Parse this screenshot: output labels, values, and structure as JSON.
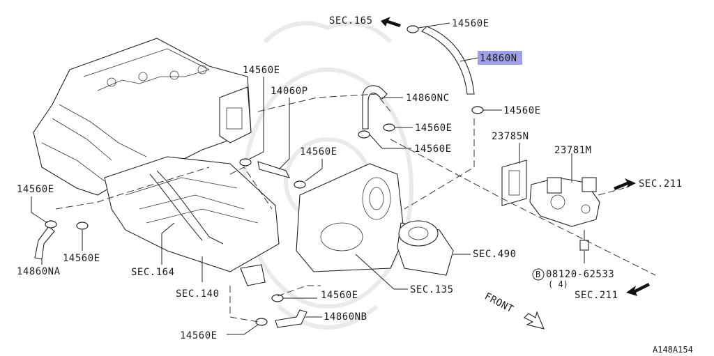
{
  "labels": {
    "sec165": "SEC.165",
    "p14560e_1": "14560E",
    "p14860n": "14860N",
    "p14560e_2": "14560E",
    "p14060p": "14060P",
    "p14860nc": "14860NC",
    "p14560e_3": "14560E",
    "p14560e_4": "14560E",
    "p14560e_5": "14560E",
    "p14560e_6": "14560E",
    "p23785n": "23785N",
    "p23781m": "23781M",
    "sec211_top": "SEC.211",
    "p14560e_left": "14560E",
    "p14560e_left2": "14560E",
    "p14860na": "14860NA",
    "sec164": "SEC.164",
    "sec140": "SEC.140",
    "sec490": "SEC.490",
    "bolt_code": "08120-62533",
    "bolt_mark": "B",
    "bolt_qty": "( 4)",
    "p14560e_bot": "14560E",
    "sec135": "SEC.135",
    "front": "FRONT",
    "sec211_bot": "SEC.211",
    "p14860nb": "14860NB",
    "p14560e_bot2": "14560E",
    "figure_id": "A148A154"
  },
  "highlight_color": "#a0a0e8"
}
